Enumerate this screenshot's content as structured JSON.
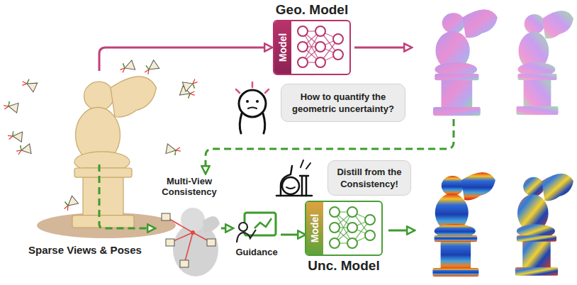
{
  "diagram": {
    "nodes": [
      {
        "text": [
          "Geo. Model",
          "Model"
        ]
      },
      {
        "text": [
          "How to quantify the geometric uncertainty?"
        ]
      },
      {
        "text": [
          "Multi-View Consistency"
        ]
      },
      {
        "text": [
          "Guidance"
        ]
      },
      {
        "text": [
          "Distill from the Consistency!"
        ]
      },
      {
        "text": [
          "Model",
          "Unc. Model"
        ]
      }
    ],
    "edges": [
      {
        "from": 2,
        "to": 3,
        "arrow": "to"
      },
      {
        "from": 3,
        "to": 5,
        "arrow": "to"
      }
    ],
    "labels": [
      "Sparse Views & Poses"
    ]
  }
}
